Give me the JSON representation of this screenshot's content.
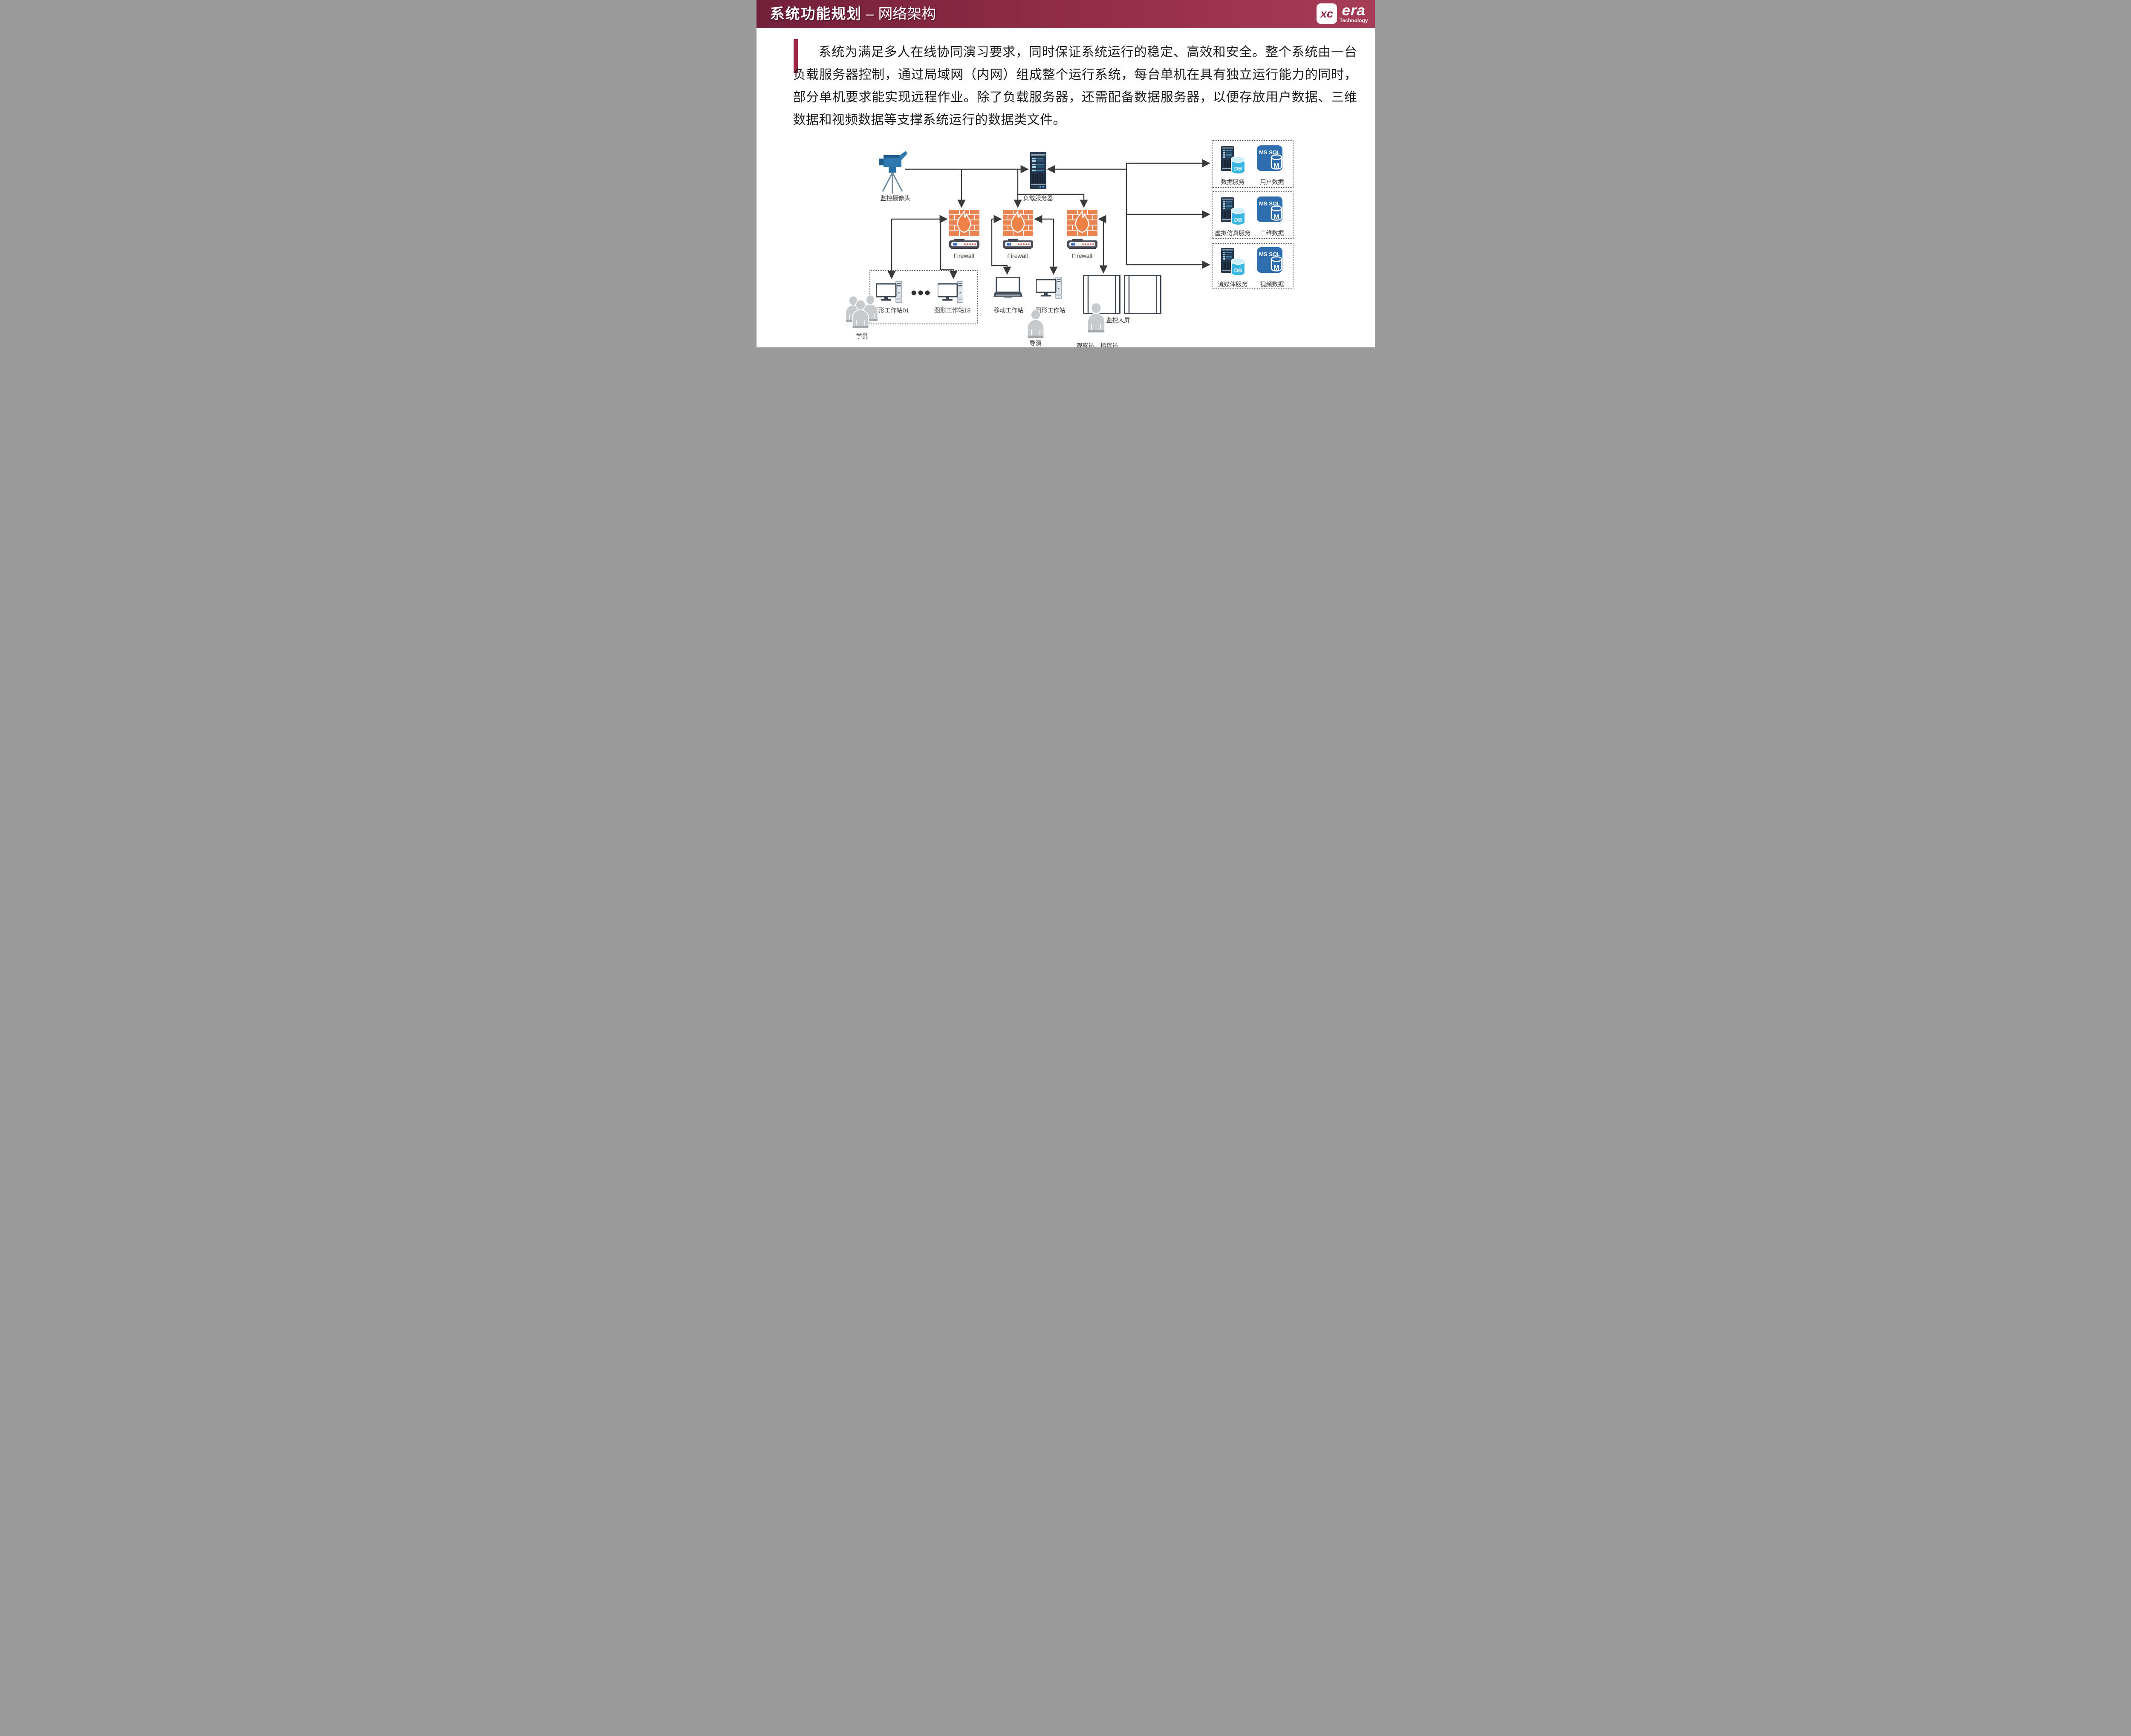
{
  "header": {
    "title_bold": "系统功能规划",
    "title_separator": " – ",
    "title_regular": "网络架构",
    "logo": {
      "mark": "xc",
      "name": "era",
      "subtitle": "Technology"
    }
  },
  "body_paragraph": "系统为满足多人在线协同演习要求，同时保证系统运行的稳定、高效和安全。整个系统由一台负载服务器控制，通过局域网（内网）组成整个运行系统，每台单机在具有独立运行能力的同时，部分单机要求能实现远程作业。除了负载服务器，还需配备数据服务器，以便存放用户数据、三维数据和视频数据等支撑系统运行的数据类文件。",
  "diagram": {
    "camera_label": "监控摄像头",
    "load_server_label": "负载服务器",
    "firewall_label": "Firewall",
    "workstation_01_label": "图形工作站01",
    "workstation_18_label": "图形工作站18",
    "mobile_workstation_label": "移动工作站",
    "graphic_workstation_label": "图形工作站",
    "monitor_wall_label": "监控大屏",
    "students_label": "学员",
    "director_label": "导演",
    "observer_label": "观察员、指挥员",
    "db_icon_text": "DB",
    "mssql_icon_text": "MS SQL",
    "mssql_m_text": "M",
    "service_boxes": [
      {
        "service_label": "数据服务",
        "data_label": "用户数据"
      },
      {
        "service_label": "虚拟仿真服务",
        "data_label": "三维数据"
      },
      {
        "service_label": "流媒体服务",
        "data_label": "视频数据"
      }
    ]
  },
  "colors": {
    "header_dark": "#72203a",
    "header_light": "#a63c55",
    "accent_bar": "#9e2747",
    "brick_orange": "#ea8350",
    "flame_orange": "#ef8146",
    "mssql_blue": "#2e6dae",
    "db_cyan": "#36b6e0",
    "server_navy": "#24344a",
    "line": "#3a3a3a"
  }
}
